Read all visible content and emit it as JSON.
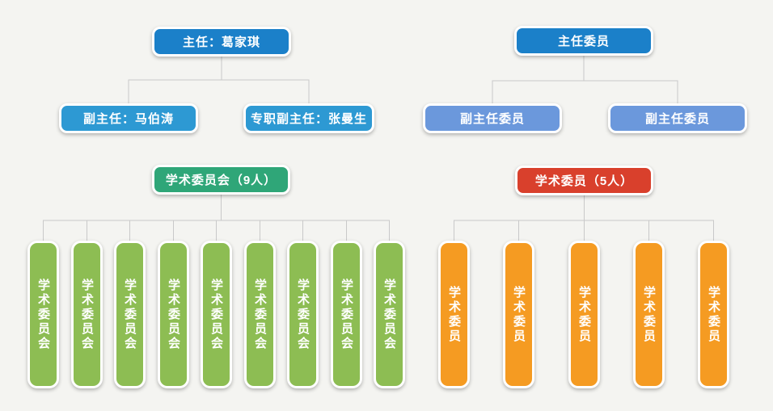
{
  "page": {
    "background_color": "#f4f4f1",
    "connector_color": "#c9c9c9",
    "node_text_color": "#ffffff"
  },
  "design_office": {
    "root": {
      "label": "主任：葛家琪",
      "color": "#1b80c9"
    },
    "deputies": [
      {
        "label": "副主任：马伯涛",
        "color": "#2d99d3"
      },
      {
        "label": "专职副主任：张曼生",
        "color": "#2d99d3"
      }
    ]
  },
  "committee_board": {
    "root": {
      "label": "主任委员",
      "color": "#1b80c9"
    },
    "deputies": [
      {
        "label": "副主任委员",
        "color": "#6b98dc"
      },
      {
        "label": "副主任委员",
        "color": "#6b98dc"
      }
    ]
  },
  "academic_committee_group": {
    "root": {
      "label": "学术委员会（9人）",
      "color": "#2fa678"
    },
    "member_color": "#8dbd53",
    "members": [
      "学术委员会",
      "学术委员会",
      "学术委员会",
      "学术委员会",
      "学术委员会",
      "学术委员会",
      "学术委员会",
      "学术委员会",
      "学术委员会"
    ]
  },
  "academic_member_group": {
    "root": {
      "label": "学术委员（5人）",
      "color": "#d9402c"
    },
    "member_color": "#f59b22",
    "members": [
      "学术委员",
      "学术委员",
      "学术委员",
      "学术委员",
      "学术委员"
    ]
  }
}
